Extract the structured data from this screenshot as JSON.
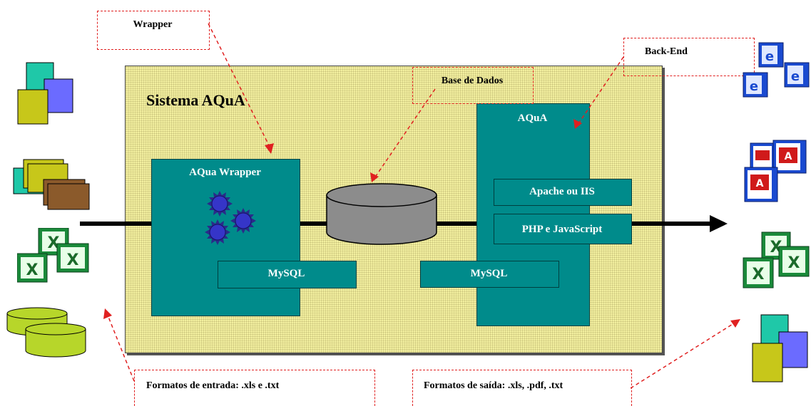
{
  "system": {
    "title": "Sistema AQuA"
  },
  "wrapper_box": {
    "title": "AQua Wrapper",
    "mysql_label": "MySQL"
  },
  "database": {
    "mysql_label": "MySQL"
  },
  "aqua_box": {
    "title": "AQuA",
    "server_label": "Apache ou IIS",
    "script_label": "PHP e JavaScript"
  },
  "callouts": {
    "wrapper": "Wrapper",
    "database": "Base de Dados",
    "backend": "Back-End",
    "input_formats": "Formatos de entrada: .xls e .txt",
    "output_formats": "Formatos de saída: .xls, .pdf, .txt"
  },
  "icons": {
    "inputs": [
      "documents-icon",
      "stacked-files-icon",
      "excel-files-icon",
      "database-cylinders-icon"
    ],
    "outputs": [
      "web-pages-icon",
      "pdf-files-icon",
      "excel-files-icon",
      "documents-icon"
    ]
  },
  "colors": {
    "accent_teal": "#008b8b",
    "background_yellow": "#f3f0a0",
    "callout_red": "#e02020"
  }
}
